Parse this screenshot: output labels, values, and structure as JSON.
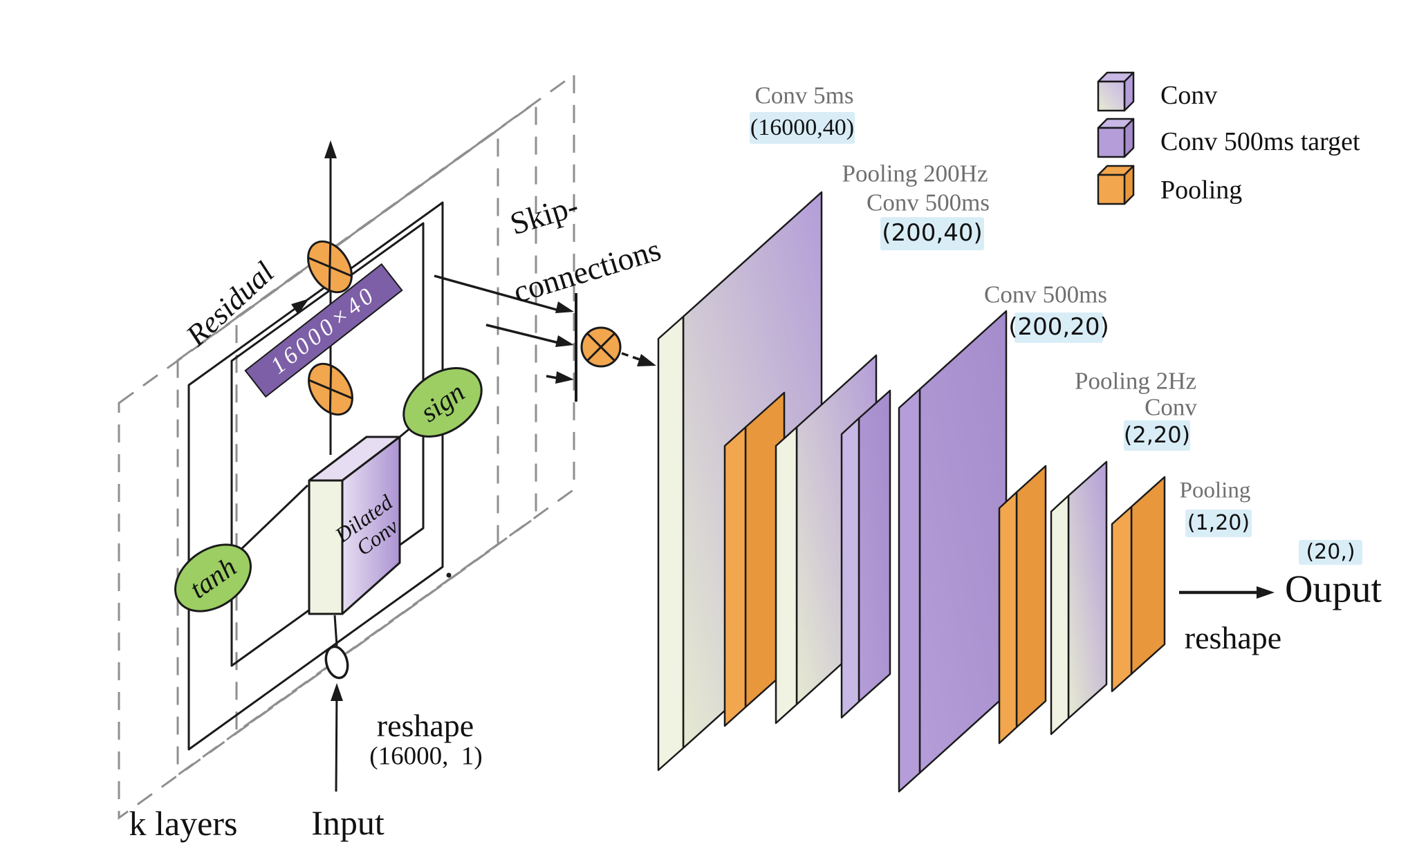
{
  "labels": {
    "residual": "Residual",
    "weight": "16000×40",
    "tanh": "tanh",
    "sign": "sign",
    "dilated1": "Dilated",
    "dilated2": "Conv",
    "skip1": "Skip-",
    "skip2": "connections",
    "k_layers": "k layers",
    "input": "Input",
    "reshape_in": "reshape",
    "reshape_in_shape": "(16000,  1)",
    "stage1_title": "Conv 5ms",
    "stage1_shape": "(16000,40)",
    "stage2_title1": "Pooling 200Hz",
    "stage2_title2": "Conv 500ms",
    "stage2_shape": "(200,40)",
    "stage3_title": "Conv 500ms",
    "stage3_shape": "(200,20)",
    "stage4_title1": "Pooling 2Hz",
    "stage4_title2": "Conv",
    "stage4_shape": "(2,20)",
    "stage5_title": "Pooling",
    "stage5_shape": "(1,20)",
    "out_shape": "(20,)",
    "output": "Ouput",
    "reshape_out": "reshape"
  },
  "legend": [
    {
      "swatch": "conv",
      "label": "Conv"
    },
    {
      "swatch": "conv-500ms-target",
      "label": "Conv 500ms target"
    },
    {
      "swatch": "pooling",
      "label": "Pooling"
    }
  ],
  "layers": [
    {
      "name": "conv-5ms",
      "type": "conv",
      "shape": "(16000,40)"
    },
    {
      "name": "pooling-200hz",
      "type": "pooling",
      "shape": "(200,40)"
    },
    {
      "name": "conv-500ms",
      "type": "conv",
      "shape": "(200,40)"
    },
    {
      "name": "conv-500ms-target-small",
      "type": "conv-500ms-target",
      "shape": "(200,40)"
    },
    {
      "name": "conv-500ms-target-large",
      "type": "conv-500ms-target",
      "shape": "(200,20)"
    },
    {
      "name": "pooling-2hz",
      "type": "pooling",
      "shape": "(2,20)"
    },
    {
      "name": "conv-small",
      "type": "conv",
      "shape": "(2,20)"
    },
    {
      "name": "pooling-final",
      "type": "pooling",
      "shape": "(1,20)"
    }
  ],
  "colors": {
    "white": "#FFFFFF",
    "ink": "#1A1A1A",
    "dash_gray": "#8F8F8F",
    "title_gray": "#6F6F6F",
    "highlight_blue": "#D9EDF7",
    "orange": "#F2A64E",
    "orange_side": "#E8973C",
    "green": "#9CCE63",
    "purple_band": "#7C5FA6",
    "purple_slab": "#B49DD8",
    "purple_slab_light": "#C8B8E6",
    "purple_slab_dark": "#A58CCC",
    "cream": "#F0F3E1",
    "cream_dark": "#E6EAD2",
    "dilated_light": "#E6DDF2",
    "dilated_dark": "#AC94D2"
  }
}
